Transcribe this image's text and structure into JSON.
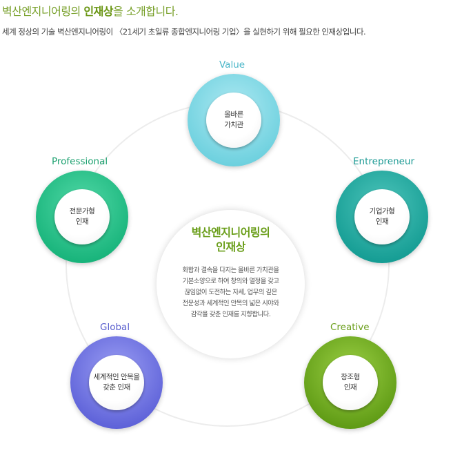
{
  "header": {
    "title_prefix": "벽산엔지니어링의 ",
    "title_strong": "인재상",
    "title_suffix": "을 소개합니다.",
    "subtitle": "세계 정상의 기술 벽산엔지니어링이 〈21세기  초일류 종합엔지니어링 기업〉을 실현하기 위해 필요한 인재상입니다."
  },
  "center": {
    "title_lines": [
      "벽산엔지니어링의",
      "인재상"
    ],
    "description_lines": [
      "화합과 결속을 다지는 올바른 가치관을",
      "기본소양으로 하여 창의와 열정을 갖고",
      "끊임없이 도전하는 자세, 업무의 깊은",
      "전문성과 세계적인 안목의 넓은 시야와",
      "감각을 갖춘 인재를 지향합니다."
    ]
  },
  "nodes": [
    {
      "key": "value",
      "label": "Value",
      "text_lines": [
        "올바른",
        "가치관"
      ],
      "color": "#4ab6c8",
      "ring_light": "#aee9f2",
      "ring_dark": "#6cd0de"
    },
    {
      "key": "entrepreneur",
      "label": "Entrepreneur",
      "text_lines": [
        "기업가형",
        "인재"
      ],
      "color": "#1c9a94",
      "ring_light": "#4ec5bb",
      "ring_dark": "#149c93"
    },
    {
      "key": "creative",
      "label": "Creative",
      "text_lines": [
        "창조형",
        "인재"
      ],
      "color": "#6a9e1a",
      "ring_light": "#9cd045",
      "ring_dark": "#5e9a14"
    },
    {
      "key": "global",
      "label": "Global",
      "text_lines": [
        "세계적인 안목을",
        "갖춘 인재"
      ],
      "color": "#5a5fce",
      "ring_light": "#9c9ff4",
      "ring_dark": "#5d61d8"
    },
    {
      "key": "professional",
      "label": "Professional",
      "text_lines": [
        "전문가형",
        "인재"
      ],
      "color": "#1aa06e",
      "ring_light": "#52d9a7",
      "ring_dark": "#17b37a"
    }
  ]
}
